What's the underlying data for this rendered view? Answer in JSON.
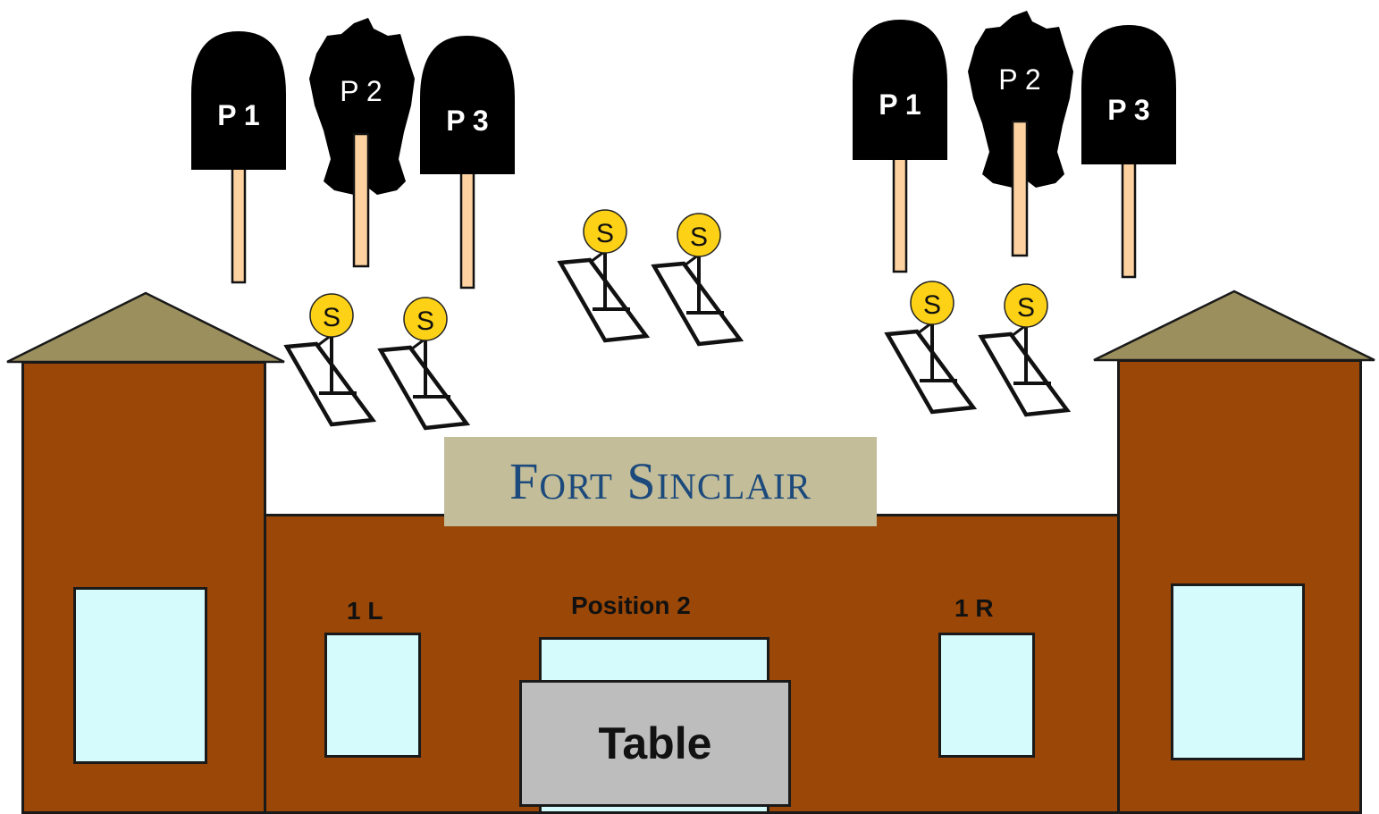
{
  "sign": {
    "text": "Fort Sinclair"
  },
  "positions": {
    "left": "1 L",
    "center": "Position 2",
    "right": "1 R"
  },
  "table": {
    "label": "Table"
  },
  "players": {
    "left_group": [
      "P 1",
      "P 2",
      "P 3"
    ],
    "right_group": [
      "P 1",
      "P 2",
      "P 3"
    ]
  },
  "sensor_label": "S",
  "colors": {
    "building": "#9a4707",
    "roof": "#9b8f5d",
    "window": "#d6fbfd",
    "sign_bg": "#c3bd99",
    "sign_text": "#1c4a7c",
    "sensor": "#fcd116",
    "pole": "#fdd1a0",
    "table": "#bdbdbd"
  }
}
